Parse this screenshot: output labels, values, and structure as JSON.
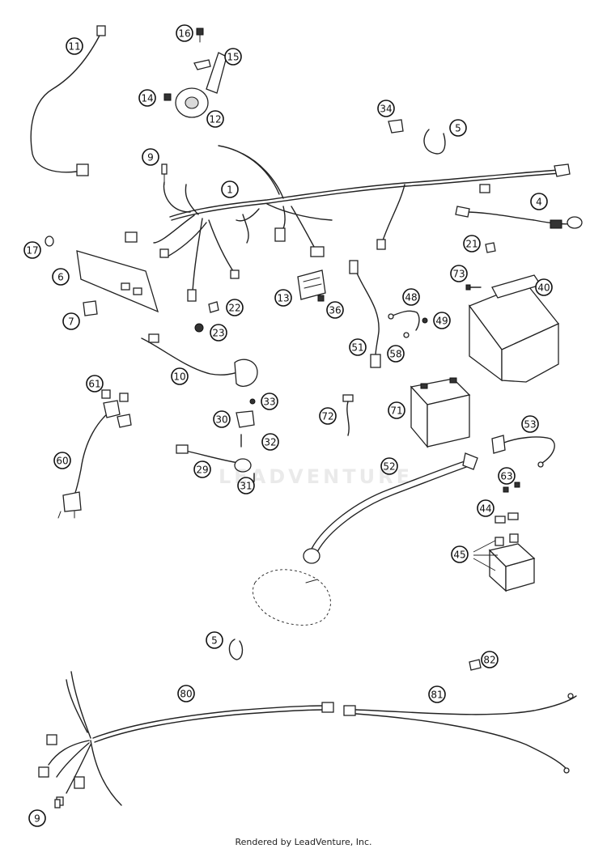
{
  "callouts": [
    "1",
    "4",
    "5",
    "5",
    "6",
    "7",
    "9",
    "9",
    "10",
    "11",
    "12",
    "13",
    "14",
    "15",
    "16",
    "17",
    "21",
    "22",
    "23",
    "29",
    "30",
    "31",
    "32",
    "33",
    "34",
    "36",
    "40",
    "44",
    "45",
    "48",
    "49",
    "51",
    "52",
    "53",
    "58",
    "60",
    "61",
    "63",
    "71",
    "72",
    "73",
    "80",
    "81",
    "82"
  ],
  "watermark": "LEADVENTURE",
  "footer": "Rendered by LeadVenture, Inc."
}
